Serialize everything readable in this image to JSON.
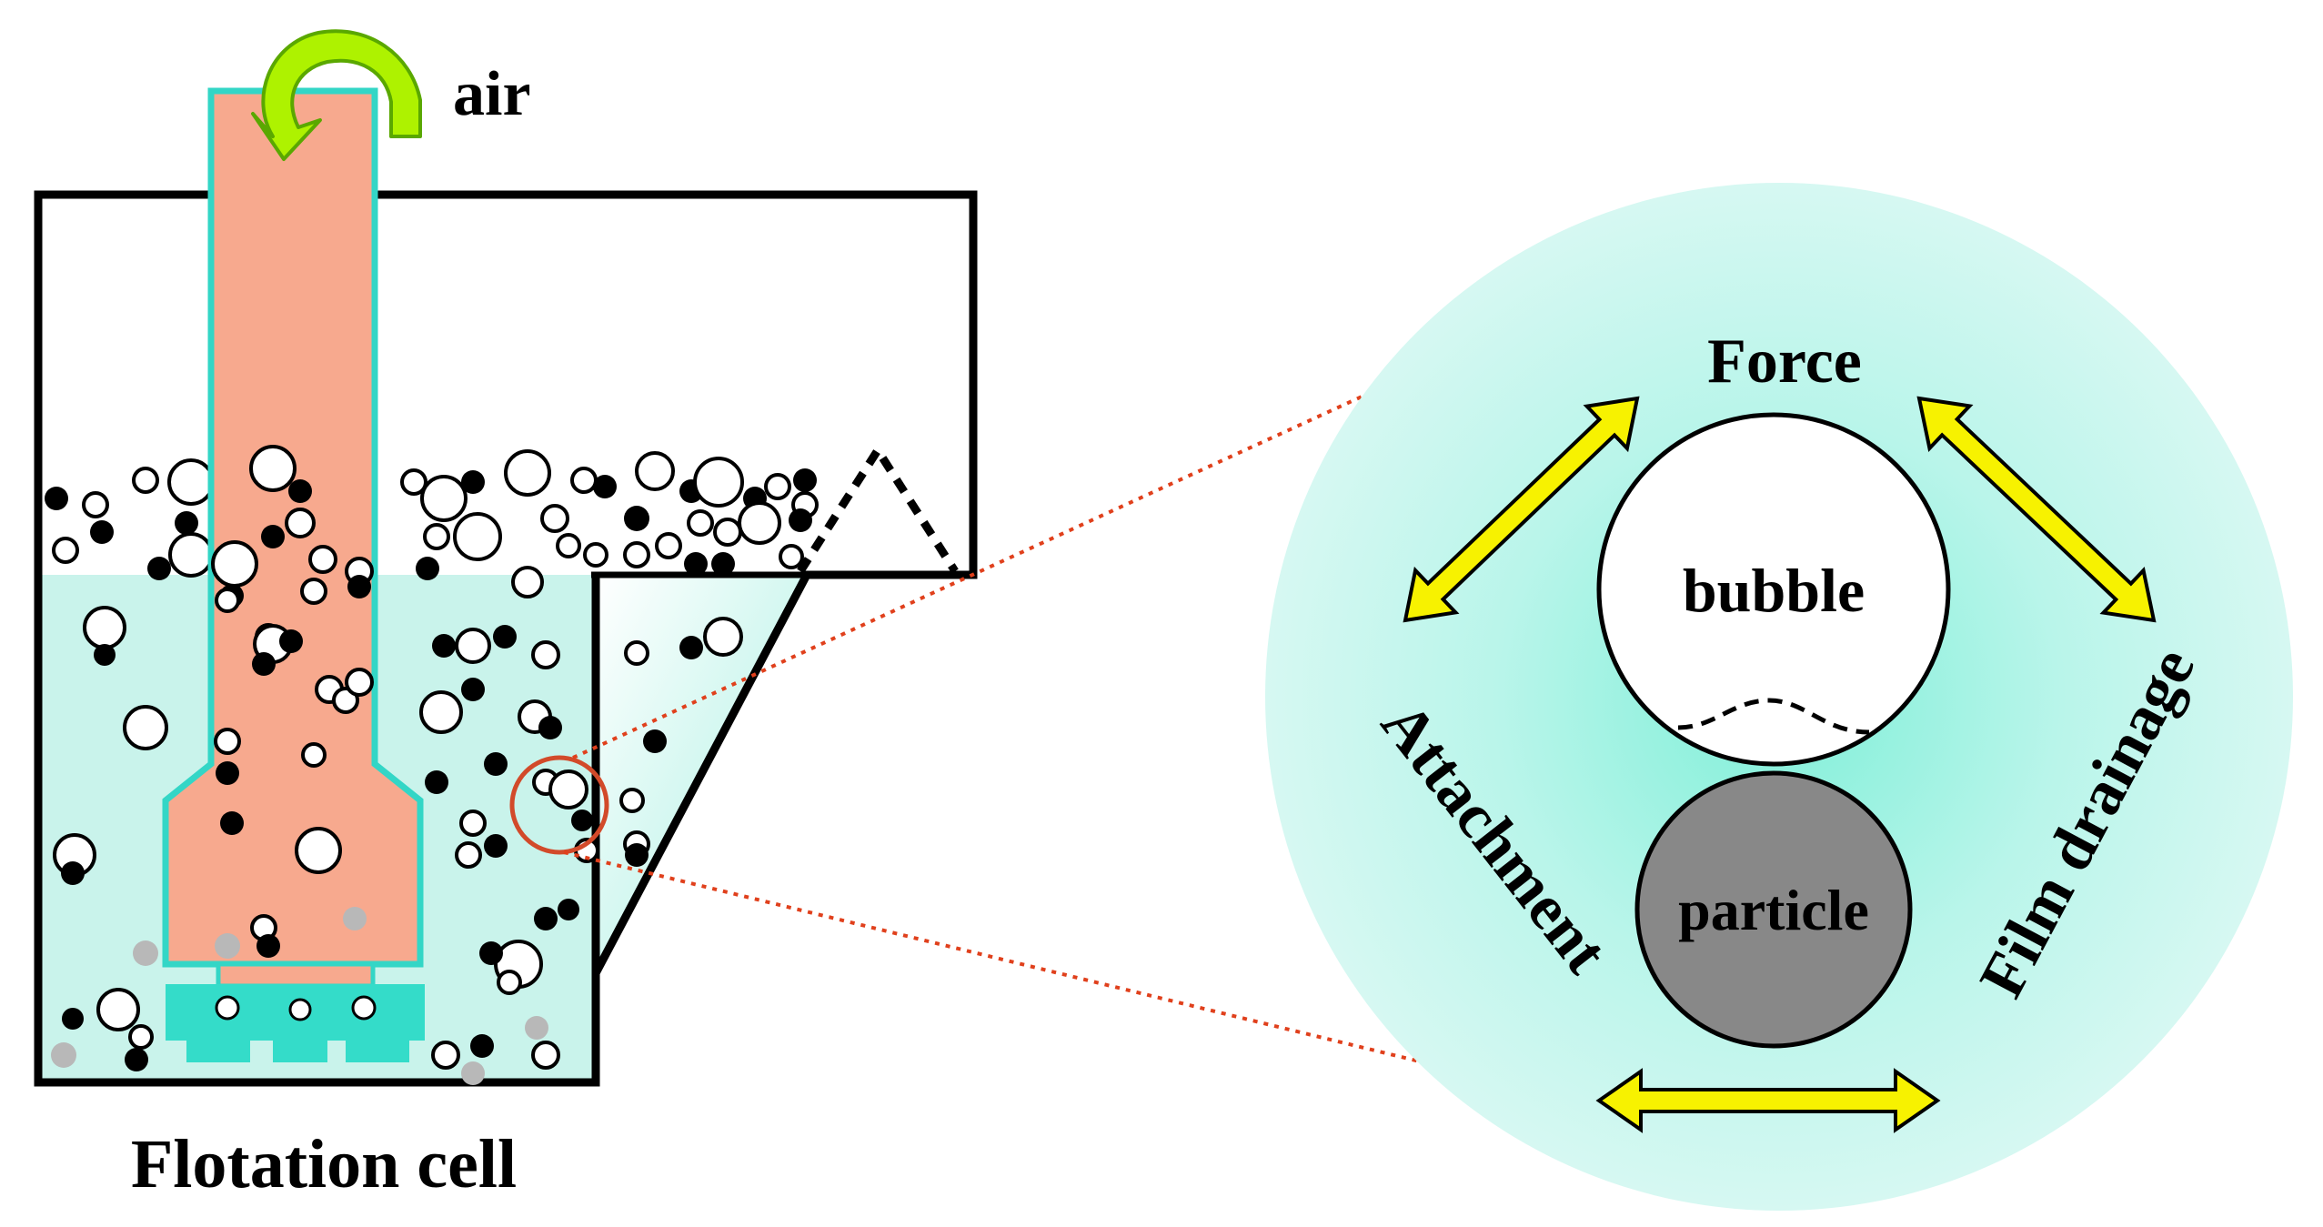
{
  "labels": {
    "air": "air",
    "flotation_cell": "Flotation cell",
    "force": "Force",
    "bubble": "bubble",
    "particle": "particle",
    "attachment": "Attachment",
    "film_drainage": "Film drainage"
  },
  "colors": {
    "liquid": "#c8f2ea",
    "rotor": "#f7a98e",
    "rotor_outline": "#33d6c6",
    "impeller": "#34dcc9",
    "arrow_air": "#aef200",
    "arrow_yellow": "#f7f200",
    "circle_bg_center": "#8ff0dc",
    "circle_bg_edge": "#d4f8f1",
    "particle": "#888888",
    "dotted_lines": "#e0401c",
    "zoom_circle": "#d24a2a",
    "gray_particle": "#b8b8b8"
  }
}
